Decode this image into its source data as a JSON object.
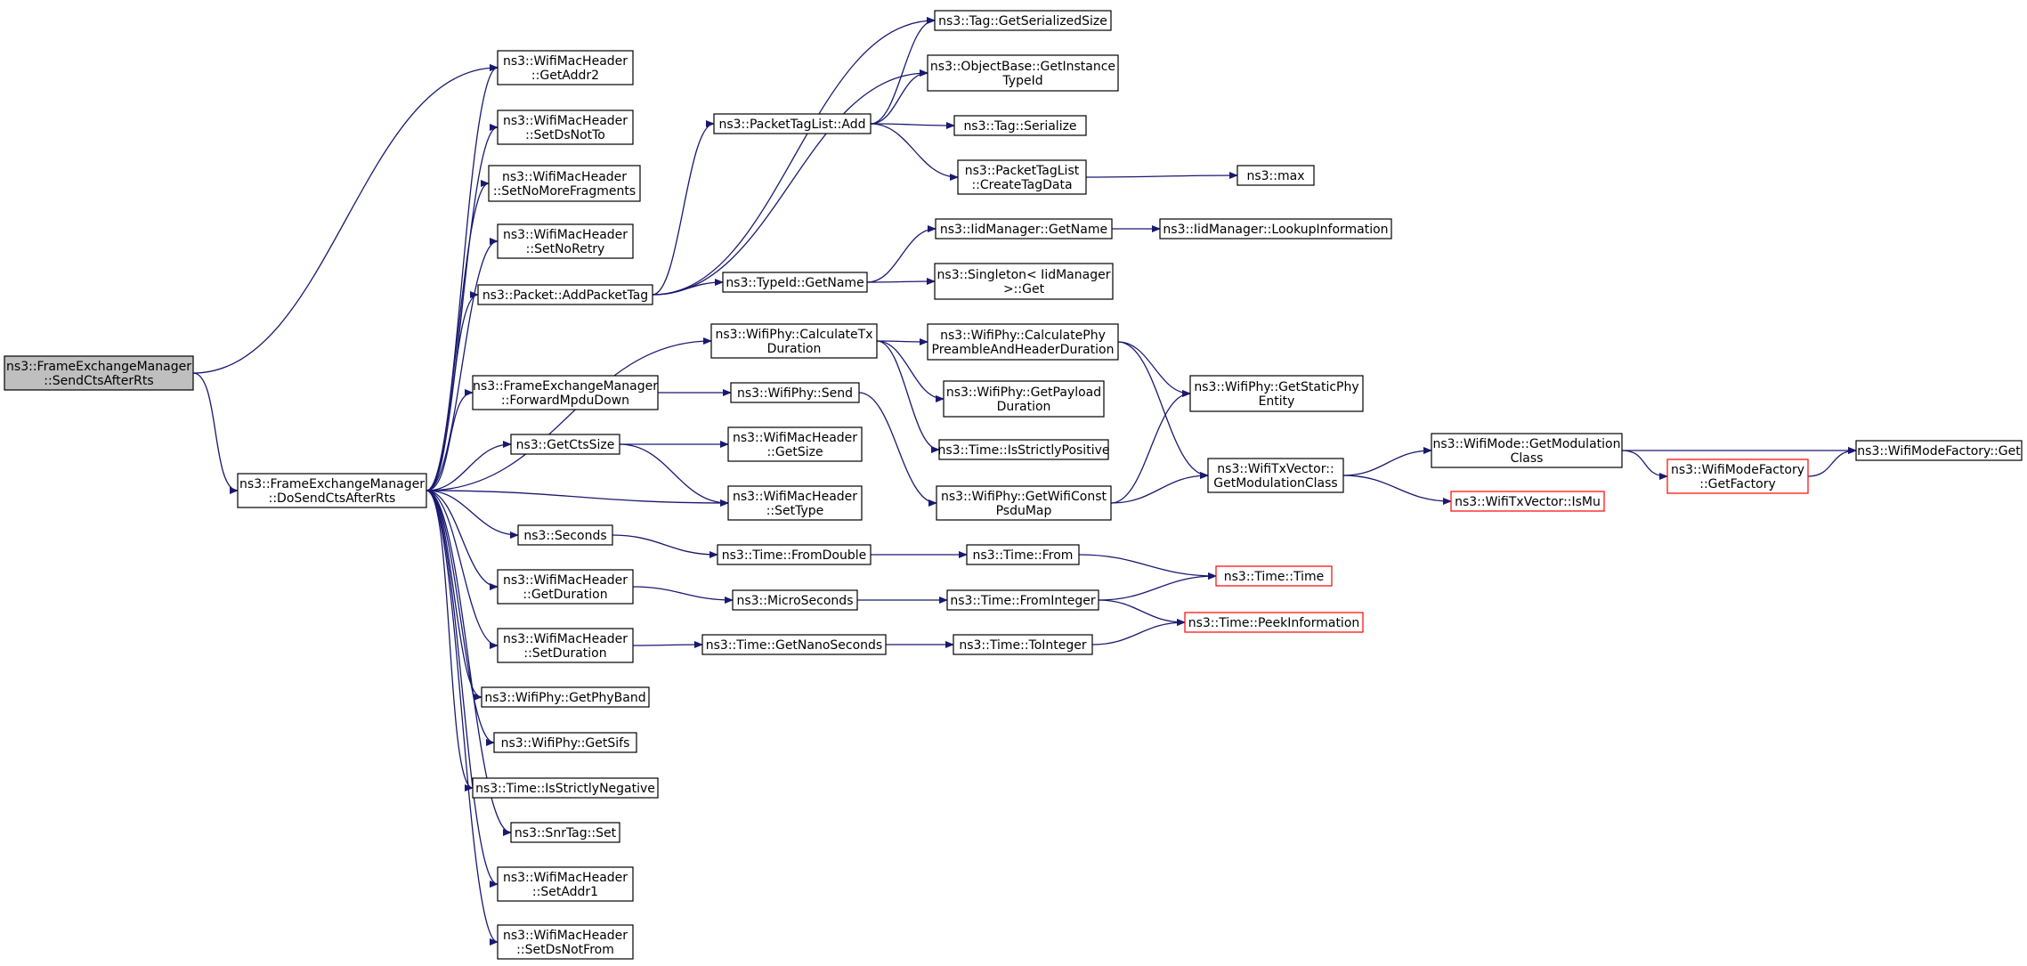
{
  "graph": {
    "root": "FrameExchangeManager_SendCtsAfterRts",
    "colors": {
      "edge": "#191970",
      "node_border": "#000000",
      "node_border_truncated": "#ff0000",
      "node_fill": "#ffffff",
      "root_fill": "#bfbfbf",
      "text": "#000000"
    },
    "nodes": [
      {
        "id": "FrameExchangeManager_SendCtsAfterRts",
        "lines": [
          "ns3::FrameExchangeManager",
          "::SendCtsAfterRts"
        ],
        "style": "root"
      },
      {
        "id": "FrameExchangeManager_DoSendCtsAfterRts",
        "lines": [
          "ns3::FrameExchangeManager",
          "::DoSendCtsAfterRts"
        ],
        "style": "normal"
      },
      {
        "id": "WifiMacHeader_GetAddr2",
        "lines": [
          "ns3::WifiMacHeader",
          "::GetAddr2"
        ],
        "style": "normal"
      },
      {
        "id": "WifiMacHeader_SetDsNotTo",
        "lines": [
          "ns3::WifiMacHeader",
          "::SetDsNotTo"
        ],
        "style": "normal"
      },
      {
        "id": "WifiMacHeader_SetNoMoreFragments",
        "lines": [
          "ns3::WifiMacHeader",
          "::SetNoMoreFragments"
        ],
        "style": "normal"
      },
      {
        "id": "WifiMacHeader_SetNoRetry",
        "lines": [
          "ns3::WifiMacHeader",
          "::SetNoRetry"
        ],
        "style": "normal"
      },
      {
        "id": "Packet_AddPacketTag",
        "lines": [
          "ns3::Packet::AddPacketTag"
        ],
        "style": "normal"
      },
      {
        "id": "FrameExchangeManager_ForwardMpduDown",
        "lines": [
          "ns3::FrameExchangeManager",
          "::ForwardMpduDown"
        ],
        "style": "normal"
      },
      {
        "id": "GetCtsSize",
        "lines": [
          "ns3::GetCtsSize"
        ],
        "style": "normal"
      },
      {
        "id": "Seconds",
        "lines": [
          "ns3::Seconds"
        ],
        "style": "normal"
      },
      {
        "id": "WifiMacHeader_GetDuration",
        "lines": [
          "ns3::WifiMacHeader",
          "::GetDuration"
        ],
        "style": "normal"
      },
      {
        "id": "WifiMacHeader_SetDuration",
        "lines": [
          "ns3::WifiMacHeader",
          "::SetDuration"
        ],
        "style": "normal"
      },
      {
        "id": "WifiPhy_GetPhyBand",
        "lines": [
          "ns3::WifiPhy::GetPhyBand"
        ],
        "style": "normal"
      },
      {
        "id": "WifiPhy_GetSifs",
        "lines": [
          "ns3::WifiPhy::GetSifs"
        ],
        "style": "normal"
      },
      {
        "id": "Time_IsStrictlyNegative",
        "lines": [
          "ns3::Time::IsStrictlyNegative"
        ],
        "style": "normal"
      },
      {
        "id": "SnrTag_Set",
        "lines": [
          "ns3::SnrTag::Set"
        ],
        "style": "normal"
      },
      {
        "id": "WifiMacHeader_SetAddr1",
        "lines": [
          "ns3::WifiMacHeader",
          "::SetAddr1"
        ],
        "style": "normal"
      },
      {
        "id": "WifiMacHeader_SetDsNotFrom",
        "lines": [
          "ns3::WifiMacHeader",
          "::SetDsNotFrom"
        ],
        "style": "normal"
      },
      {
        "id": "PacketTagList_Add",
        "lines": [
          "ns3::PacketTagList::Add"
        ],
        "style": "normal"
      },
      {
        "id": "TypeId_GetName",
        "lines": [
          "ns3::TypeId::GetName"
        ],
        "style": "normal"
      },
      {
        "id": "WifiPhy_CalculateTxDuration",
        "lines": [
          "ns3::WifiPhy::CalculateTx",
          "Duration"
        ],
        "style": "normal"
      },
      {
        "id": "WifiPhy_Send",
        "lines": [
          "ns3::WifiPhy::Send"
        ],
        "style": "normal"
      },
      {
        "id": "WifiMacHeader_GetSize",
        "lines": [
          "ns3::WifiMacHeader",
          "::GetSize"
        ],
        "style": "normal"
      },
      {
        "id": "WifiMacHeader_SetType",
        "lines": [
          "ns3::WifiMacHeader",
          "::SetType"
        ],
        "style": "normal"
      },
      {
        "id": "Time_FromDouble",
        "lines": [
          "ns3::Time::FromDouble"
        ],
        "style": "normal"
      },
      {
        "id": "MicroSeconds",
        "lines": [
          "ns3::MicroSeconds"
        ],
        "style": "normal"
      },
      {
        "id": "Time_GetNanoSeconds",
        "lines": [
          "ns3::Time::GetNanoSeconds"
        ],
        "style": "normal"
      },
      {
        "id": "Tag_GetSerializedSize",
        "lines": [
          "ns3::Tag::GetSerializedSize"
        ],
        "style": "normal"
      },
      {
        "id": "ObjectBase_GetInstanceTypeId",
        "lines": [
          "ns3::ObjectBase::GetInstance",
          "TypeId"
        ],
        "style": "normal"
      },
      {
        "id": "Tag_Serialize",
        "lines": [
          "ns3::Tag::Serialize"
        ],
        "style": "normal"
      },
      {
        "id": "PacketTagList_CreateTagData",
        "lines": [
          "ns3::PacketTagList",
          "::CreateTagData"
        ],
        "style": "normal"
      },
      {
        "id": "IidManager_GetName",
        "lines": [
          "ns3::IidManager::GetName"
        ],
        "style": "normal"
      },
      {
        "id": "Singleton_IidManager_Get",
        "lines": [
          "ns3::Singleton< IidManager",
          ">::Get"
        ],
        "style": "normal"
      },
      {
        "id": "WifiPhy_CalculatePhyPreambleAndHeaderDuration",
        "lines": [
          "ns3::WifiPhy::CalculatePhy",
          "PreambleAndHeaderDuration"
        ],
        "style": "normal"
      },
      {
        "id": "WifiPhy_GetPayloadDuration",
        "lines": [
          "ns3::WifiPhy::GetPayload",
          "Duration"
        ],
        "style": "normal"
      },
      {
        "id": "Time_IsStrictlyPositive",
        "lines": [
          "ns3::Time::IsStrictlyPositive"
        ],
        "style": "normal"
      },
      {
        "id": "WifiPhy_GetWifiConstPsduMap",
        "lines": [
          "ns3::WifiPhy::GetWifiConst",
          "PsduMap"
        ],
        "style": "normal"
      },
      {
        "id": "Time_From",
        "lines": [
          "ns3::Time::From"
        ],
        "style": "normal"
      },
      {
        "id": "Time_FromInteger",
        "lines": [
          "ns3::Time::FromInteger"
        ],
        "style": "normal"
      },
      {
        "id": "Time_ToInteger",
        "lines": [
          "ns3::Time::ToInteger"
        ],
        "style": "normal"
      },
      {
        "id": "max",
        "lines": [
          "ns3::max"
        ],
        "style": "normal"
      },
      {
        "id": "IidManager_LookupInformation",
        "lines": [
          "ns3::IidManager::LookupInformation"
        ],
        "style": "normal"
      },
      {
        "id": "WifiPhy_GetStaticPhyEntity",
        "lines": [
          "ns3::WifiPhy::GetStaticPhy",
          "Entity"
        ],
        "style": "normal"
      },
      {
        "id": "WifiTxVector_GetModulationClass",
        "lines": [
          "ns3::WifiTxVector::",
          "GetModulationClass"
        ],
        "style": "normal"
      },
      {
        "id": "Time_Time",
        "lines": [
          "ns3::Time::Time"
        ],
        "style": "truncated"
      },
      {
        "id": "Time_PeekInformation",
        "lines": [
          "ns3::Time::PeekInformation"
        ],
        "style": "truncated"
      },
      {
        "id": "WifiMode_GetModulationClass",
        "lines": [
          "ns3::WifiMode::GetModulation",
          "Class"
        ],
        "style": "normal"
      },
      {
        "id": "WifiTxVector_IsMu",
        "lines": [
          "ns3::WifiTxVector::IsMu"
        ],
        "style": "truncated"
      },
      {
        "id": "WifiModeFactory_GetFactory",
        "lines": [
          "ns3::WifiModeFactory",
          "::GetFactory"
        ],
        "style": "truncated"
      },
      {
        "id": "WifiModeFactory_Get",
        "lines": [
          "ns3::WifiModeFactory::Get"
        ],
        "style": "normal"
      }
    ],
    "edges": [
      [
        "FrameExchangeManager_SendCtsAfterRts",
        "WifiMacHeader_GetAddr2"
      ],
      [
        "FrameExchangeManager_SendCtsAfterRts",
        "FrameExchangeManager_DoSendCtsAfterRts"
      ],
      [
        "FrameExchangeManager_DoSendCtsAfterRts",
        "WifiMacHeader_GetAddr2"
      ],
      [
        "FrameExchangeManager_DoSendCtsAfterRts",
        "WifiMacHeader_SetDsNotTo"
      ],
      [
        "FrameExchangeManager_DoSendCtsAfterRts",
        "WifiMacHeader_SetNoMoreFragments"
      ],
      [
        "FrameExchangeManager_DoSendCtsAfterRts",
        "WifiMacHeader_SetNoRetry"
      ],
      [
        "FrameExchangeManager_DoSendCtsAfterRts",
        "Packet_AddPacketTag"
      ],
      [
        "FrameExchangeManager_DoSendCtsAfterRts",
        "WifiPhy_CalculateTxDuration"
      ],
      [
        "FrameExchangeManager_DoSendCtsAfterRts",
        "FrameExchangeManager_ForwardMpduDown"
      ],
      [
        "FrameExchangeManager_DoSendCtsAfterRts",
        "GetCtsSize"
      ],
      [
        "FrameExchangeManager_DoSendCtsAfterRts",
        "WifiMacHeader_SetType"
      ],
      [
        "FrameExchangeManager_DoSendCtsAfterRts",
        "Seconds"
      ],
      [
        "FrameExchangeManager_DoSendCtsAfterRts",
        "WifiMacHeader_GetDuration"
      ],
      [
        "FrameExchangeManager_DoSendCtsAfterRts",
        "WifiMacHeader_SetDuration"
      ],
      [
        "FrameExchangeManager_DoSendCtsAfterRts",
        "WifiPhy_GetPhyBand"
      ],
      [
        "FrameExchangeManager_DoSendCtsAfterRts",
        "WifiPhy_GetSifs"
      ],
      [
        "FrameExchangeManager_DoSendCtsAfterRts",
        "Time_IsStrictlyNegative"
      ],
      [
        "FrameExchangeManager_DoSendCtsAfterRts",
        "SnrTag_Set"
      ],
      [
        "FrameExchangeManager_DoSendCtsAfterRts",
        "WifiMacHeader_SetAddr1"
      ],
      [
        "FrameExchangeManager_DoSendCtsAfterRts",
        "WifiMacHeader_SetDsNotFrom"
      ],
      [
        "Packet_AddPacketTag",
        "Tag_GetSerializedSize"
      ],
      [
        "Packet_AddPacketTag",
        "ObjectBase_GetInstanceTypeId"
      ],
      [
        "Packet_AddPacketTag",
        "PacketTagList_Add"
      ],
      [
        "Packet_AddPacketTag",
        "TypeId_GetName"
      ],
      [
        "PacketTagList_Add",
        "Tag_GetSerializedSize"
      ],
      [
        "PacketTagList_Add",
        "ObjectBase_GetInstanceTypeId"
      ],
      [
        "PacketTagList_Add",
        "Tag_Serialize"
      ],
      [
        "PacketTagList_Add",
        "PacketTagList_CreateTagData"
      ],
      [
        "PacketTagList_CreateTagData",
        "max"
      ],
      [
        "TypeId_GetName",
        "IidManager_GetName"
      ],
      [
        "TypeId_GetName",
        "Singleton_IidManager_Get"
      ],
      [
        "IidManager_GetName",
        "IidManager_LookupInformation"
      ],
      [
        "WifiPhy_CalculateTxDuration",
        "WifiPhy_CalculatePhyPreambleAndHeaderDuration"
      ],
      [
        "WifiPhy_CalculateTxDuration",
        "WifiPhy_GetPayloadDuration"
      ],
      [
        "WifiPhy_CalculateTxDuration",
        "Time_IsStrictlyPositive"
      ],
      [
        "WifiPhy_CalculatePhyPreambleAndHeaderDuration",
        "WifiPhy_GetStaticPhyEntity"
      ],
      [
        "WifiPhy_CalculatePhyPreambleAndHeaderDuration",
        "WifiTxVector_GetModulationClass"
      ],
      [
        "FrameExchangeManager_ForwardMpduDown",
        "WifiPhy_Send"
      ],
      [
        "WifiPhy_Send",
        "WifiPhy_GetWifiConstPsduMap"
      ],
      [
        "WifiPhy_GetWifiConstPsduMap",
        "WifiPhy_GetStaticPhyEntity"
      ],
      [
        "WifiPhy_GetWifiConstPsduMap",
        "WifiTxVector_GetModulationClass"
      ],
      [
        "WifiTxVector_GetModulationClass",
        "WifiMode_GetModulationClass"
      ],
      [
        "WifiTxVector_GetModulationClass",
        "WifiTxVector_IsMu"
      ],
      [
        "WifiMode_GetModulationClass",
        "WifiModeFactory_Get"
      ],
      [
        "WifiMode_GetModulationClass",
        "WifiModeFactory_GetFactory"
      ],
      [
        "WifiModeFactory_GetFactory",
        "WifiModeFactory_Get"
      ],
      [
        "GetCtsSize",
        "WifiMacHeader_GetSize"
      ],
      [
        "GetCtsSize",
        "WifiMacHeader_SetType"
      ],
      [
        "Seconds",
        "Time_FromDouble"
      ],
      [
        "Time_FromDouble",
        "Time_From"
      ],
      [
        "Time_From",
        "Time_Time"
      ],
      [
        "WifiMacHeader_GetDuration",
        "MicroSeconds"
      ],
      [
        "MicroSeconds",
        "Time_FromInteger"
      ],
      [
        "Time_FromInteger",
        "Time_Time"
      ],
      [
        "Time_FromInteger",
        "Time_PeekInformation"
      ],
      [
        "WifiMacHeader_SetDuration",
        "Time_GetNanoSeconds"
      ],
      [
        "Time_GetNanoSeconds",
        "Time_ToInteger"
      ],
      [
        "Time_ToInteger",
        "Time_PeekInformation"
      ]
    ]
  }
}
